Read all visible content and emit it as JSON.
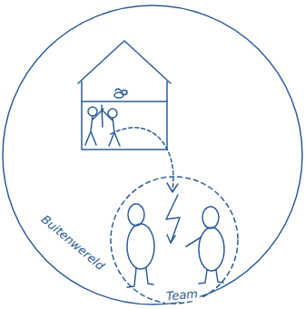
{
  "diagram": {
    "nodes": [
      {
        "text": [
          "Buitenwereld"
        ]
      },
      {
        "text": [
          "Team"
        ],
        "in": 0
      }
    ]
  }
}
